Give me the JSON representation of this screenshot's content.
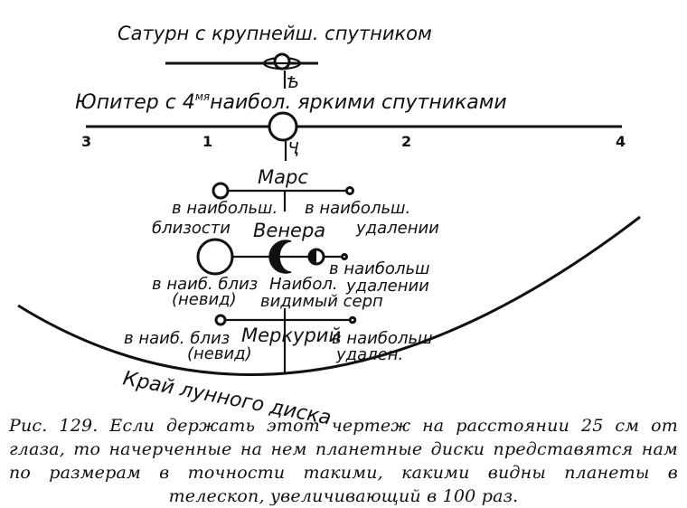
{
  "labels": {
    "saturn": "Сатурн с крупнейш. спутником",
    "jupiter": "Юпитер с 4",
    "jupiter_sup": "мя",
    "jupiter_rest": "наибол. яркими спутниками",
    "mars": "Марс",
    "mars_near": "в наибольш.",
    "mars_near2": "близости",
    "mars_far": "в наибольш.",
    "mars_far2": "удалении",
    "venus": "Венера",
    "venus_near": "в наиб. близ",
    "venus_near2": "(невид)",
    "venus_crescent": "Наибол.",
    "venus_crescent2": "видимый серп",
    "venus_far": "в наибольш",
    "venus_far2": "удалении",
    "mercury": "Меркурий",
    "mercury_near": "в наиб. близ",
    "mercury_near2": "(невид)",
    "mercury_far": "в наибольш",
    "mercury_far2": "удален.",
    "moon_edge": "Край лунного диска"
  },
  "jupiter_moons": [
    "3",
    "1",
    "2",
    "4"
  ],
  "saturn_moon_mark": "Ѣ",
  "jupiter_mark": "Ҷ",
  "caption": "Рис. 129. Если держать этот чертеж на расстоянии 25 см от глаза, то начерченные на нем планетные диски представятся нам по размерам в точности такими, какими видны планеты в телескоп, увеличивающий в 100 раз."
}
